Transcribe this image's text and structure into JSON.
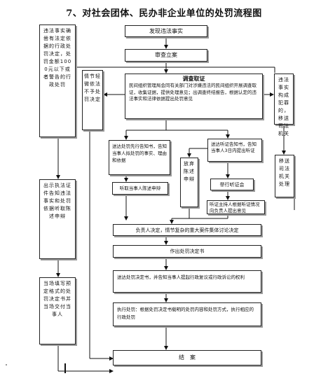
{
  "title": "7、对社会团体、民办非企业单位的处罚流程图",
  "nodes": {
    "discover": "发现违法事实",
    "register": "审查立案",
    "investigate_head": "调查取证",
    "investigate_body": "民间组织管理局会同有关部门对涉嫌违法的民间组织开展调查取证，收集证据，提供处理意见；出调查终结报告，根据认定的违法事实和法律依据提出处罚意见",
    "left_fine": "违法事实确凿有法定依据的行政处罚决定，处罚金额1000元以下或者警告的行政处罚",
    "not_punish": "情节轻微依法不予处罚决定",
    "transfer": "违法事实构成犯罪的，移送司法机关",
    "notify_left": "送达处罚先行告知书，告知当事人拟处罚的事实、理由和依据",
    "statement": "听取当事人陈述申辩",
    "waive": "放弃陈述申辩",
    "hearing_notice": "送达听证告知书，告知当事人3日内提出听证",
    "hearing": "举行听证会",
    "hearing_opinion": "听证主持人根据听证情况向负责人提出意见",
    "decide": "负责人决定，情节复杂的重大案件集体讨论决定",
    "make_decision": "作出处罚决定书",
    "deliver": "送达处罚决定书，并告知当事人提起行政复议或行政诉讼的权利",
    "execute": "执行处罚：根据处罚决定书载明的处罚内容和处罚方式，执行相应的行政处罚",
    "close": "结　案",
    "left_notify": "出示执法证件告知违法事实和处罚依据听取陈述申辩",
    "left_deliver": "当场填写预定格式的处罚决定书并当场交付当事人",
    "transfer_judicial": "移送司法机关处理"
  }
}
